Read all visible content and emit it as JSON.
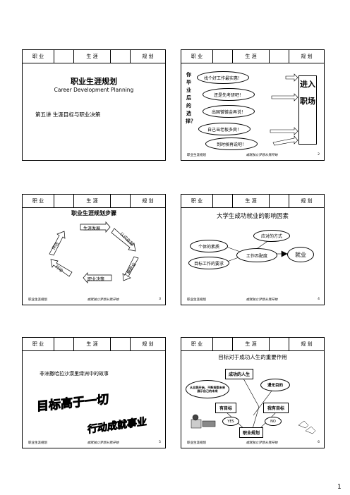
{
  "header": {
    "c1": "职 业",
    "c2": "生 涯",
    "c3": "规 划"
  },
  "footer": {
    "left": "职业生涯规划",
    "mid": "成就独立梦想从我开始"
  },
  "slide1": {
    "title": "职业生涯规划",
    "subtitle": "Career Development Planning",
    "lecture": "第五讲 生涯目标与职业决策"
  },
  "slide2": {
    "vertical": "你毕业后的选择？",
    "options": [
      "找个好工作最实惠！",
      "还是先考研吧！",
      "出国镀镀金再说！",
      "自己当老板多爽！",
      "到时候再说吧！"
    ],
    "box": "进入职场",
    "num": "2"
  },
  "slide3": {
    "title": "职业生涯规划步骤",
    "steps": [
      "生涯发展",
      "认识自我",
      "了解职业",
      "职业决策",
      "行动",
      "评估"
    ],
    "num": "3"
  },
  "slide4": {
    "title": "大学生成功就业的影响因素",
    "n1": "个体的素质",
    "n2": "应对的方式",
    "n3": "工作匹配度",
    "n4": "目标工作的要求",
    "n5": "就业",
    "num": "4"
  },
  "slide5": {
    "title": "非洲撒哈拉沙漠里绿洲中的故事",
    "art1": "目标高于一切",
    "art2": "行动成就事业",
    "num": "5"
  },
  "slide6": {
    "title": "目标对于成功人生的重要作用",
    "success": "成功的人生",
    "nogoal": "漫无目的",
    "dream": "从自我开始，不断探索未来展示自己的未来",
    "has": "有目标",
    "hasgoal": "我有目标",
    "yes": "YES",
    "no": "NO",
    "plan": "职业规划",
    "num": "6"
  },
  "page_number": "1"
}
